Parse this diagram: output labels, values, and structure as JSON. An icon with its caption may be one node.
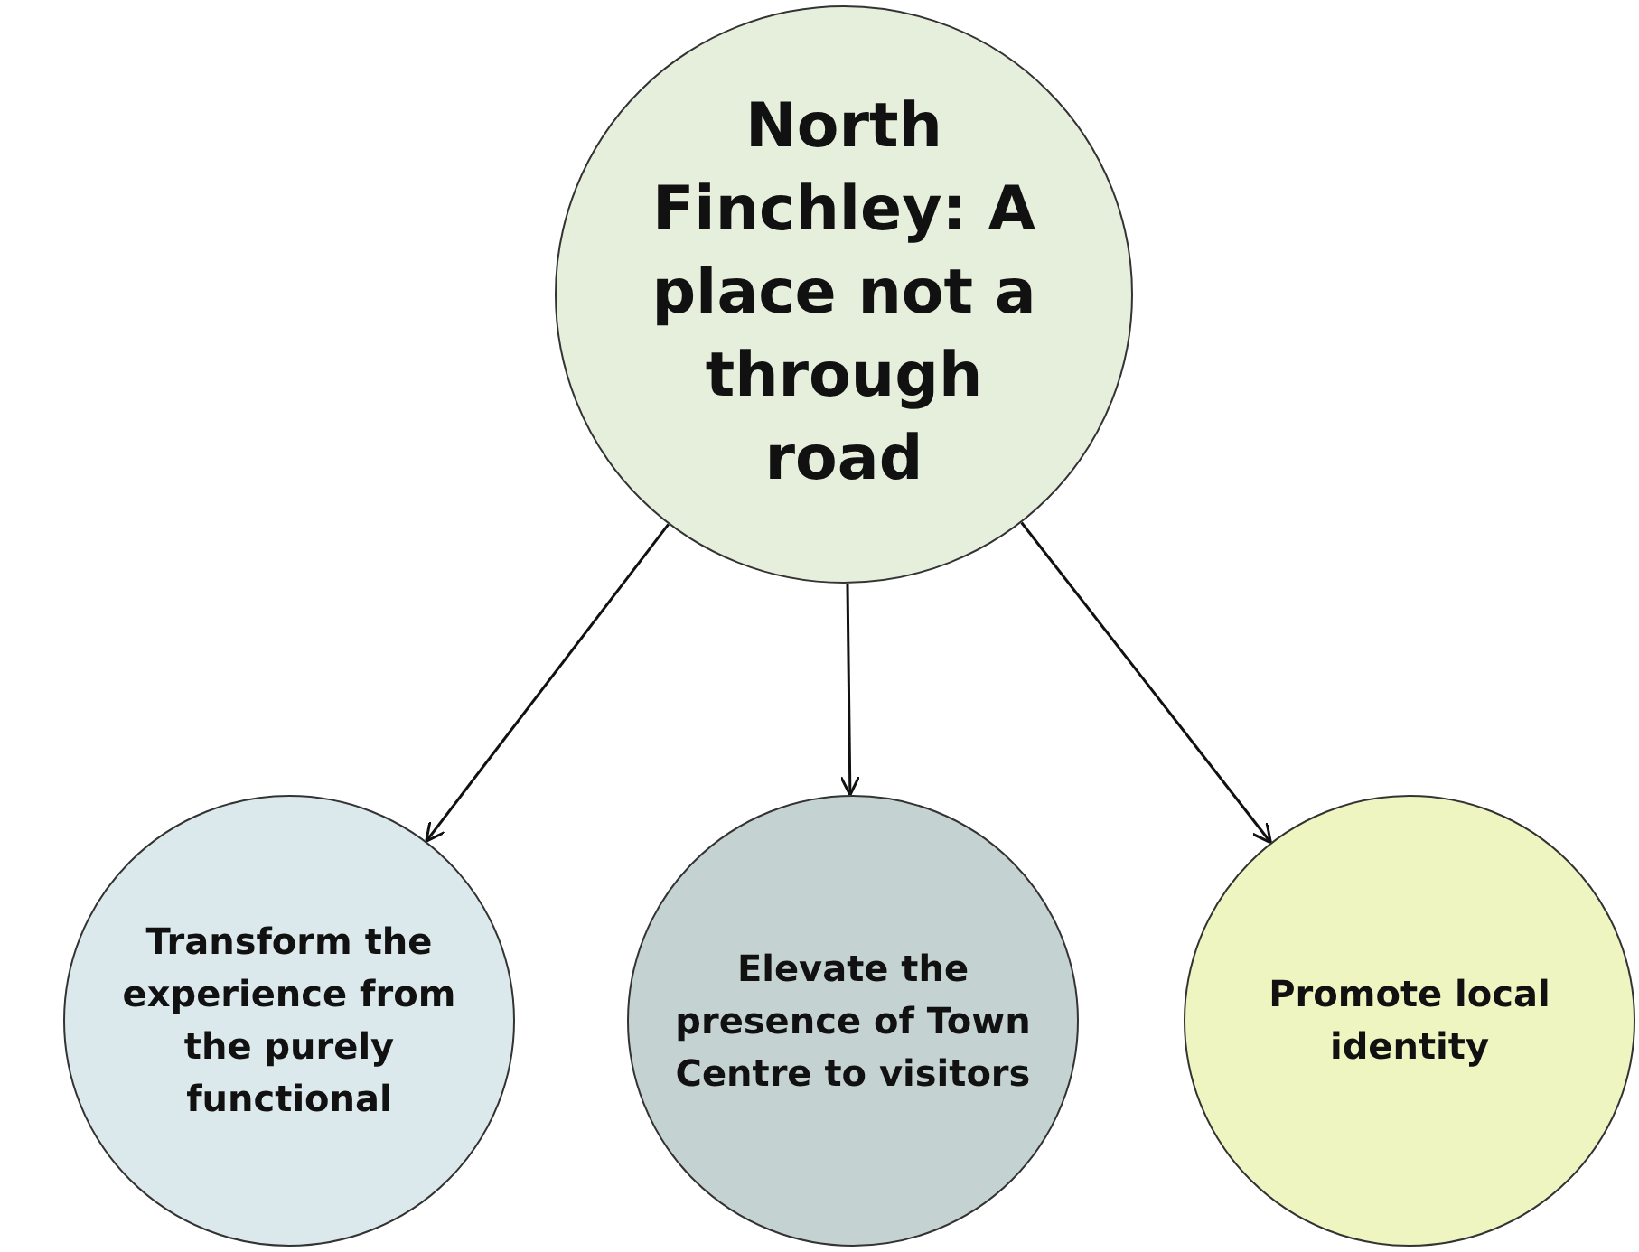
{
  "diagram": {
    "nodes": [
      {
        "text": [
          "North Finchley: A place not a through road"
        ]
      },
      {
        "text": [
          "Transform the experience from the purely functional"
        ]
      },
      {
        "text": [
          "Elevate the presence of Town Centre to visitors"
        ]
      },
      {
        "text": [
          "Promote local identity"
        ]
      }
    ],
    "edges": [
      {
        "from": 0,
        "to": 1,
        "arrow": "to"
      },
      {
        "from": 0,
        "to": 2,
        "arrow": "to"
      },
      {
        "from": 0,
        "to": 3,
        "arrow": "to"
      }
    ]
  }
}
